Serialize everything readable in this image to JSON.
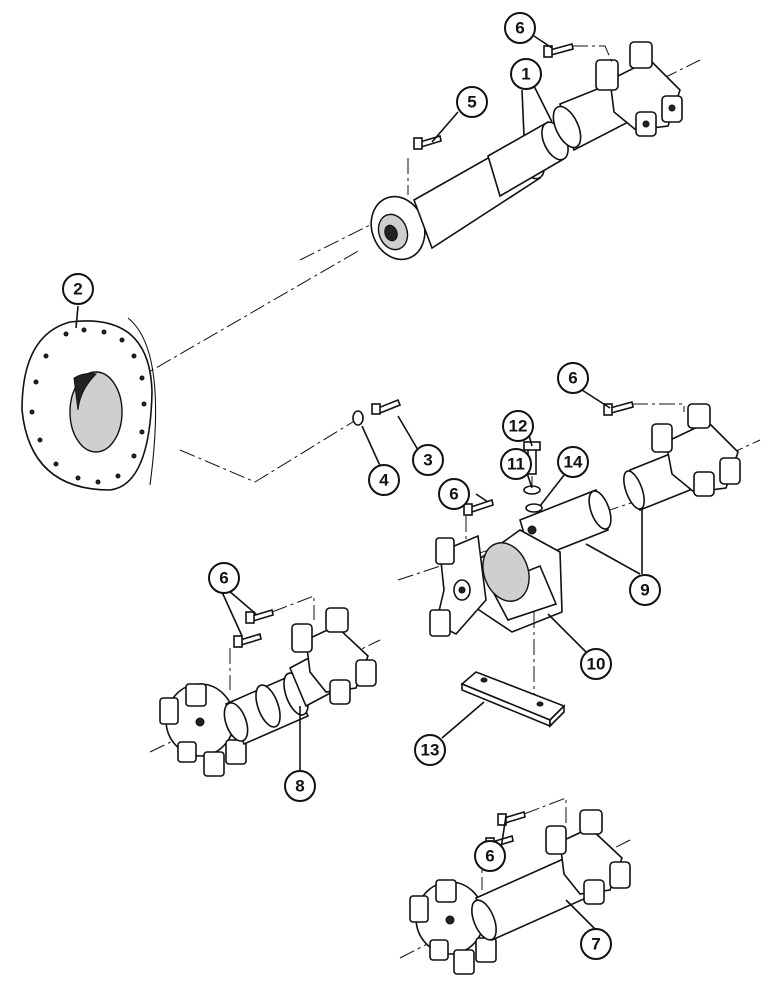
{
  "callouts": {
    "c1": "1",
    "c2": "2",
    "c3": "3",
    "c4": "4",
    "c5": "5",
    "c6a": "6",
    "c6b": "6",
    "c6c": "6",
    "c6d": "6",
    "c6e": "6",
    "c7": "7",
    "c8": "8",
    "c9": "9",
    "c10": "10",
    "c11": "11",
    "c12": "12",
    "c13": "13",
    "c14": "14"
  }
}
